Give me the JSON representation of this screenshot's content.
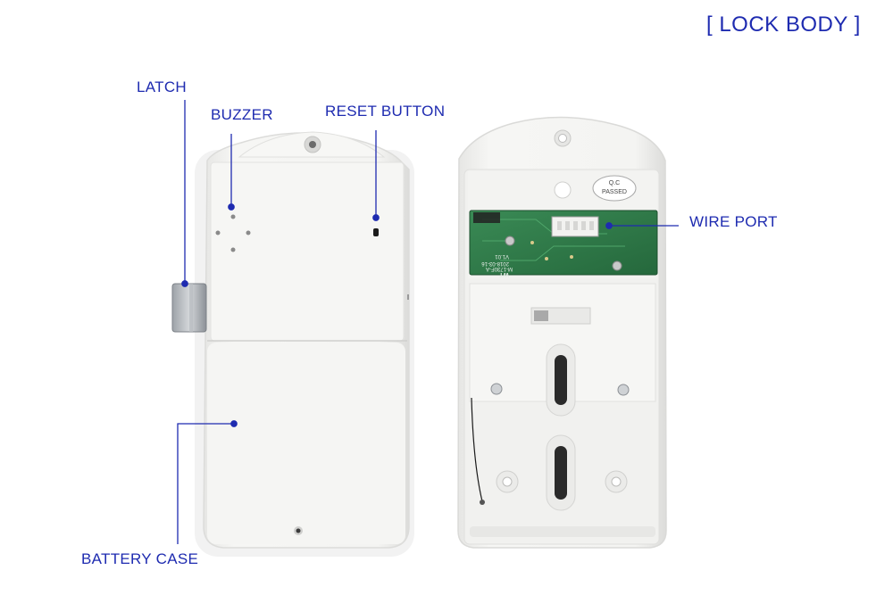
{
  "title": "[ LOCK BODY ]",
  "labels": {
    "latch": "LATCH",
    "buzzer": "BUZZER",
    "reset_button": "RESET BUTTON",
    "wire_port": "WIRE PORT",
    "battery_case": "BATTERY CASE"
  },
  "pcb_text": {
    "qc": "Q.C",
    "passed": "PASSED",
    "date": "2018-03-16",
    "version": "V1.01",
    "model": "M-1730F-A",
    "brand": "WT"
  },
  "colors": {
    "accent": "#1e2bb0",
    "background": "#ffffff",
    "housing": "#f3f3f1",
    "pcb": "#2f7a4a"
  }
}
